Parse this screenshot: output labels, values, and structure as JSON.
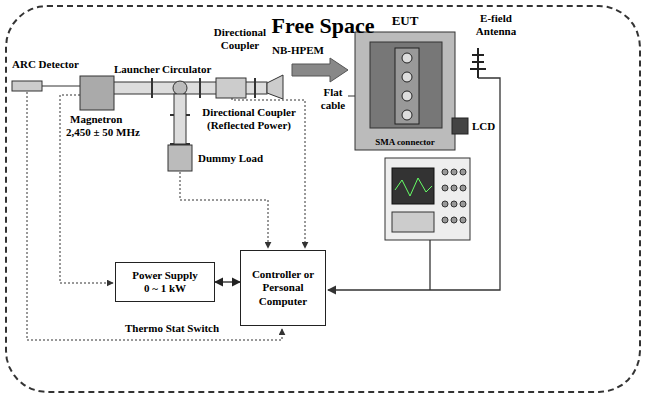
{
  "diagram": {
    "nodes": [
      {
        "text": [
          "Free Space"
        ]
      },
      {
        "text": [
          "Power Supply",
          "0 ~ 1 kW"
        ],
        "in": 0
      },
      {
        "text": [
          "Controller or Personal Computer"
        ],
        "in": 0
      },
      {
        "text": [
          "EUT",
          "SMA connector"
        ],
        "in": 0
      }
    ],
    "edges": [
      {
        "from": 1,
        "to": 2,
        "arrow": "both"
      }
    ],
    "labels": [
      "ARC Detector",
      "Launcher",
      "Circulator",
      "Directional Coupler",
      "NB-HPEM",
      "Magnetron",
      "2,450 ± 50 MHz",
      "Directional Coupler (Reflected Power)",
      "Dummy Load",
      "Flat cable",
      "E-field Antenna",
      "LCD",
      "Thermo Stat Switch"
    ]
  }
}
